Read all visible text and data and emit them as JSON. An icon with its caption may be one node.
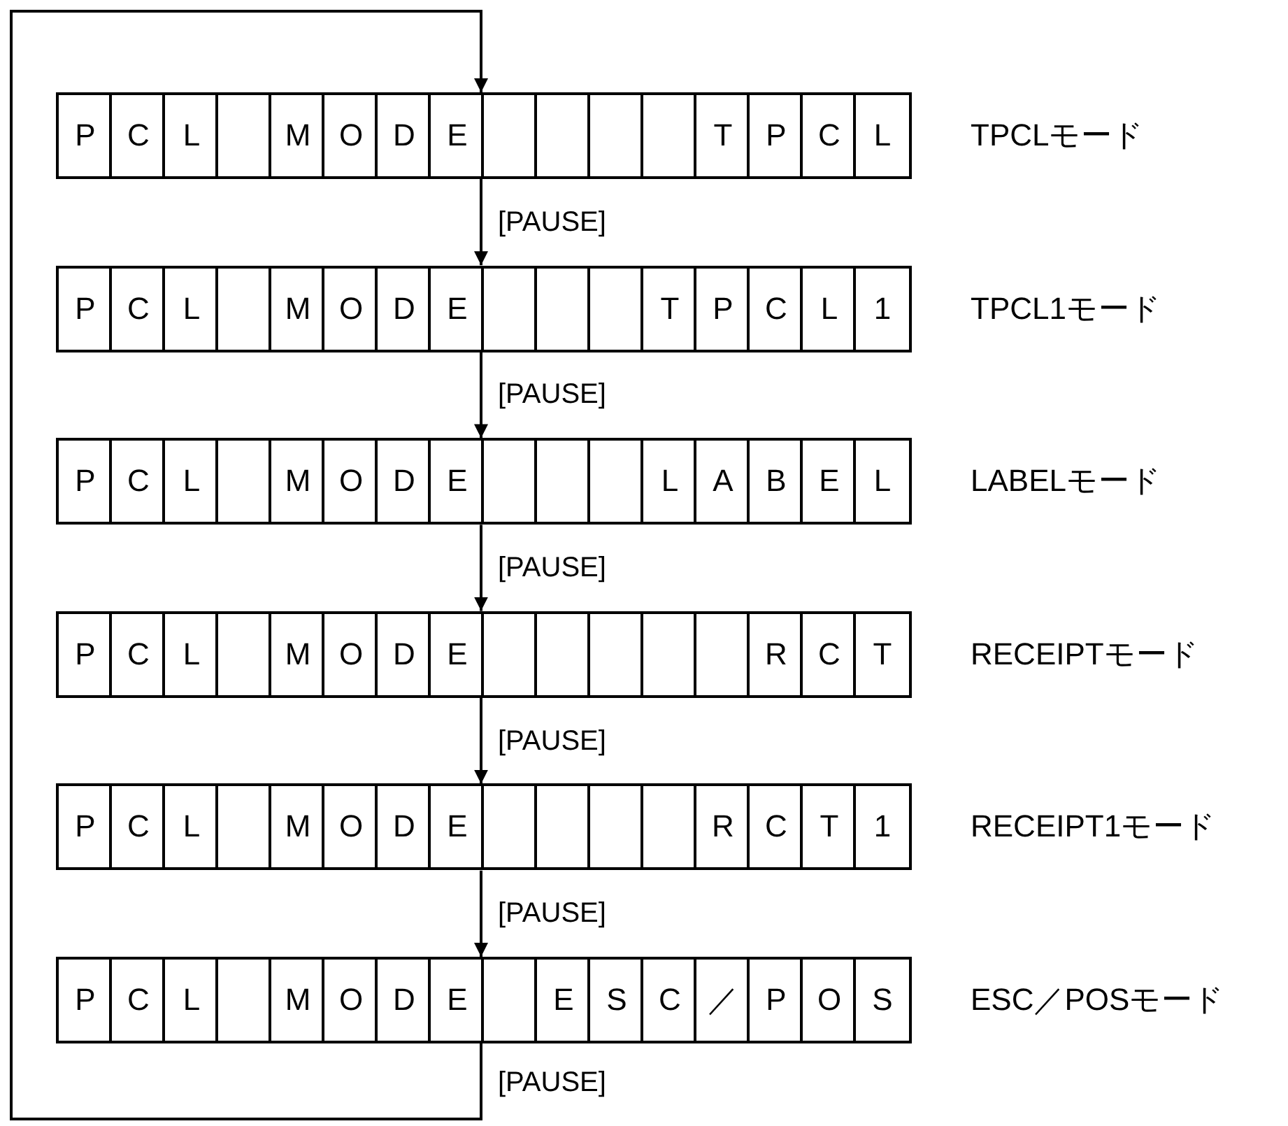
{
  "diagram": {
    "nodes": [
      {
        "text": [
          "PCL MODE",
          "TPCL"
        ],
        "beside": [
          "TPCLモード"
        ]
      },
      {
        "text": [
          "PCL MODE",
          "TPCL1"
        ],
        "beside": [
          "TPCL1モード"
        ]
      },
      {
        "text": [
          "PCL MODE",
          "LABEL"
        ],
        "beside": [
          "LABELモード"
        ]
      },
      {
        "text": [
          "PCL MODE",
          "RCT"
        ],
        "beside": [
          "RECEIPTモード"
        ]
      },
      {
        "text": [
          "PCL MODE",
          "RCT1"
        ],
        "beside": [
          "RECEIPT1モード"
        ]
      },
      {
        "text": [
          "PCL MODE",
          "ESC／POS"
        ],
        "beside": [
          "ESC／POSモード"
        ]
      }
    ],
    "edges": [
      {
        "from": 0,
        "to": 1,
        "arrow": "to",
        "label": "[PAUSE]"
      },
      {
        "from": 1,
        "to": 2,
        "arrow": "to",
        "label": "[PAUSE]"
      },
      {
        "from": 2,
        "to": 3,
        "arrow": "to",
        "label": "[PAUSE]"
      },
      {
        "from": 3,
        "to": 4,
        "arrow": "to",
        "label": "[PAUSE]"
      },
      {
        "from": 4,
        "to": 5,
        "arrow": "to",
        "label": "[PAUSE]"
      },
      {
        "from": 5,
        "to": 0,
        "arrow": "to",
        "label": "[PAUSE]"
      }
    ]
  }
}
